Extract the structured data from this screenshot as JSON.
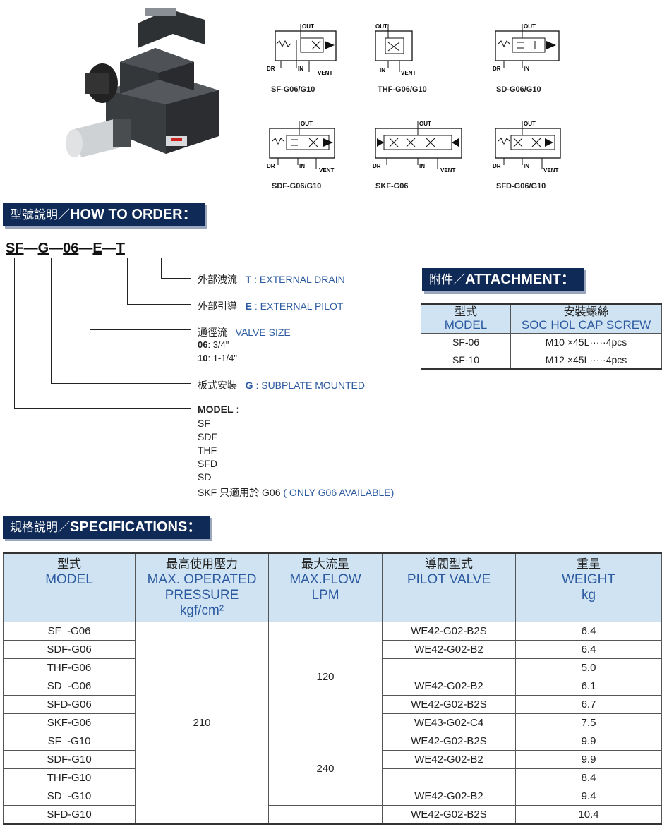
{
  "symbols": [
    {
      "label": "SF-G06/G10",
      "out": "OUT",
      "dr": "DR",
      "in": "IN",
      "vent": "VENT"
    },
    {
      "label": "THF-G06/G10",
      "out": "OUT",
      "in": "IN",
      "vent": "VENT"
    },
    {
      "label": "SD-G06/G10",
      "out": "OUT",
      "dr": "DR",
      "in": "IN"
    },
    {
      "label": "SDF-G06/G10",
      "out": "OUT",
      "dr": "DR",
      "in": "IN",
      "vent": "VENT"
    },
    {
      "label": "SKF-G06",
      "out": "OUT",
      "dr": "DR",
      "in": "IN",
      "vent": "VENT"
    },
    {
      "label": "SFD-G06/G10",
      "out": "OUT",
      "dr": "DR",
      "in": "IN",
      "vent": "VENT"
    }
  ],
  "how_to_order": {
    "title_cn": "型號說明／",
    "title_en": "HOW TO ORDER：",
    "code": {
      "p1": "SF",
      "d1": "—",
      "p2": "G",
      "d2": "—",
      "p3": "06",
      "d3": "—",
      "p4": "E",
      "d4": "—",
      "p5": "T"
    },
    "t_cn": "外部洩流",
    "t_code": "T",
    "t_en": ": EXTERNAL DRAIN",
    "e_cn": "外部引導",
    "e_code": "E",
    "e_en": ": EXTERNAL PILOT",
    "size_cn": "通徑流",
    "size_en": "VALVE SIZE",
    "size_06_code": "06",
    "size_06": ": 3/4\"",
    "size_10_code": "10",
    "size_10": ": 1-1/4\"",
    "g_cn": "板式安裝",
    "g_code": "G",
    "g_en": ": SUBPLATE MOUNTED",
    "model_label": "MODEL",
    "model_colon": ":",
    "models": [
      "SF",
      "SDF",
      "THF",
      "SFD",
      "SD"
    ],
    "skf": "SKF",
    "skf_cn": "只適用於 G06",
    "skf_en": "( ONLY G06 AVAILABLE)"
  },
  "attachment": {
    "title_cn": "附件／",
    "title_en": "ATTACHMENT：",
    "head_model_cn": "型式",
    "head_model_en": "MODEL",
    "head_screw_cn": "安裝螺絲",
    "head_screw_en": "SOC HOL CAP SCREW",
    "rows": [
      {
        "model": "SF-06",
        "screw": "M10 ×45L·····4pcs"
      },
      {
        "model": "SF-10",
        "screw": "M12 ×45L·····4pcs"
      }
    ]
  },
  "specifications": {
    "title_cn": "規格說明／",
    "title_en": "SPECIFICATIONS：",
    "h_model_cn": "型式",
    "h_model_en": "MODEL",
    "h_press_cn": "最高使用壓力",
    "h_press_en1": "MAX. OPERATED",
    "h_press_en2": "PRESSURE",
    "h_press_unit": "kgf/cm²",
    "h_flow_cn": "最大流量",
    "h_flow_en1": "MAX.FLOW",
    "h_flow_en2": "LPM",
    "h_pilot_cn": "導閥型式",
    "h_pilot_en": "PILOT VALVE",
    "h_weight_cn": "重量",
    "h_weight_en": "WEIGHT",
    "h_weight_unit": "kg",
    "pressure": "210",
    "flow_g06": "120",
    "flow_g10": "240",
    "rows": [
      {
        "model": "SF  -G06",
        "pilot": "WE42-G02-B2S",
        "weight": "6.4"
      },
      {
        "model": "SDF-G06",
        "pilot": "WE42-G02-B2",
        "weight": "6.4"
      },
      {
        "model": "THF-G06",
        "pilot": "",
        "weight": "5.0"
      },
      {
        "model": "SD  -G06",
        "pilot": "WE42-G02-B2",
        "weight": "6.1"
      },
      {
        "model": "SFD-G06",
        "pilot": "WE42-G02-B2S",
        "weight": "6.7"
      },
      {
        "model": "SKF-G06",
        "pilot": "WE43-G02-C4",
        "weight": "7.5"
      },
      {
        "model": "SF  -G10",
        "pilot": "WE42-G02-B2S",
        "weight": "9.9"
      },
      {
        "model": "SDF-G10",
        "pilot": "WE42-G02-B2",
        "weight": "9.9"
      },
      {
        "model": "THF-G10",
        "pilot": "",
        "weight": "8.4"
      },
      {
        "model": "SD  -G10",
        "pilot": "WE42-G02-B2",
        "weight": "9.4"
      },
      {
        "model": "SFD-G10",
        "pilot": "WE42-G02-B2S",
        "weight": "10.4"
      }
    ]
  }
}
